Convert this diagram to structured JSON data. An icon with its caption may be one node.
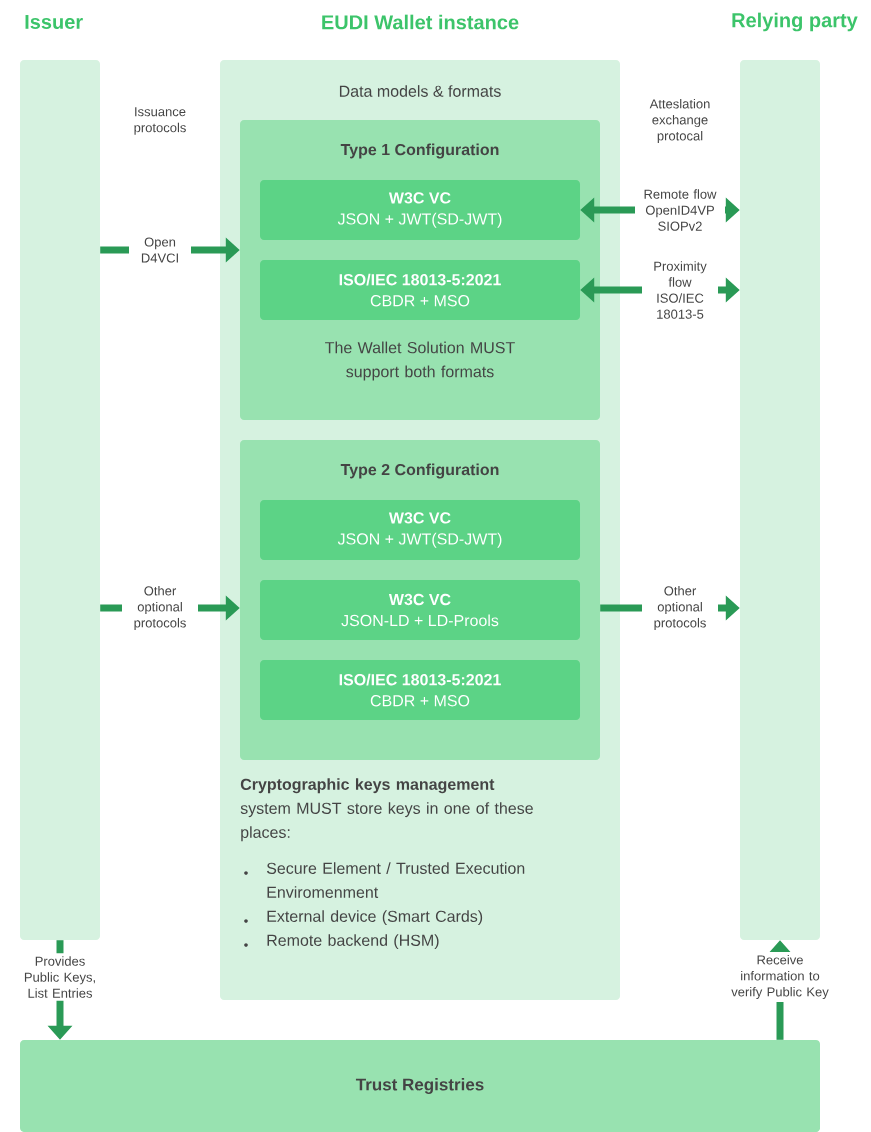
{
  "diagram": {
    "nodes": [
      {
        "text": [
          "Issuer"
        ]
      },
      {
        "text": [
          "EUDI Wallet instance",
          "Data models & formats",
          "**Cryptographic keys management** system MUST store keys in one of these places:",
          "Secure Element / Trusted Execution Enviromenment",
          "External device (Smart Cards)",
          "Remote backend (HSM)"
        ]
      },
      {
        "text": [
          "Type 1 Configuration",
          "The Wallet Solution MUST support both formats"
        ],
        "in": 1
      },
      {
        "text": [
          "W3C VC",
          "JSON + JWT(SD-JWT)"
        ],
        "in": 2
      },
      {
        "text": [
          "ISO/IEC 18013-5:2021",
          "CBDR + MSO"
        ],
        "in": 2
      },
      {
        "text": [
          "Type 2 Configuration"
        ],
        "in": 1
      },
      {
        "text": [
          "W3C VC",
          "JSON + JWT(SD-JWT)"
        ],
        "in": 5
      },
      {
        "text": [
          "W3C VC",
          "JSON-LD + LD-Prools"
        ],
        "in": 5
      },
      {
        "text": [
          "ISO/IEC 18013-5:2021",
          "CBDR + MSO"
        ],
        "in": 5
      },
      {
        "text": [
          "Relying party"
        ]
      },
      {
        "text": [
          "Trust Registries"
        ]
      }
    ],
    "edges": [
      {
        "from": 0,
        "to": 2,
        "arrow": "to",
        "label": "Open D4VCI"
      },
      {
        "from": 0,
        "to": 5,
        "arrow": "to",
        "label": "Other optional protocols"
      },
      {
        "from": 3,
        "to": 9,
        "arrow": "both",
        "label": "Remote flow OpenID4VP SIOPv2"
      },
      {
        "from": 4,
        "to": 9,
        "arrow": "both",
        "label": "Proximity flow ISO/IEC 18013-5"
      },
      {
        "from": 5,
        "to": 9,
        "arrow": "to",
        "label": "Other optional protocols"
      },
      {
        "from": 0,
        "to": 10,
        "arrow": "to",
        "label": "Provides Public Keys, List Entries"
      },
      {
        "from": 10,
        "to": 9,
        "arrow": "to",
        "label": "Receive information to verify Public Key"
      }
    ],
    "labels": [
      "Issuance protocols",
      "Atteslation exchange protocal"
    ]
  }
}
